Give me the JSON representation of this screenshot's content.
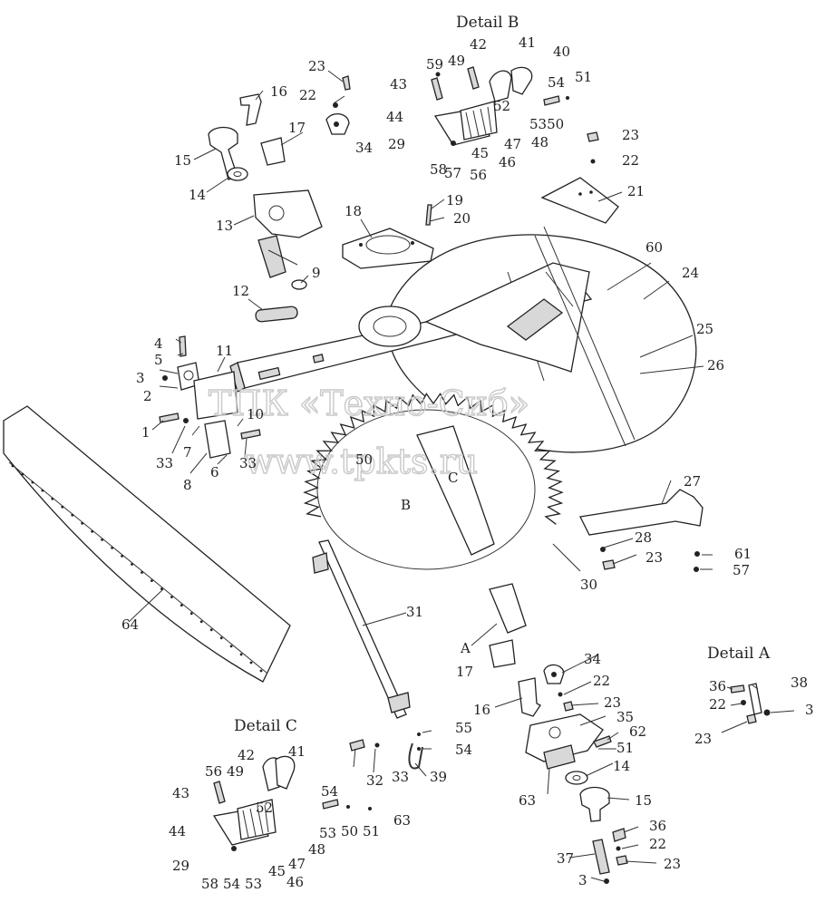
{
  "details": {
    "b": "Detail B",
    "a": "Detail A",
    "c": "Detail C"
  },
  "watermark": {
    "line1": "ТПК «Техно-Сиб»",
    "line2": "www.tpkts.ru"
  },
  "callouts": {
    "c1": "1",
    "c2": "2",
    "c3": "3",
    "c4": "4",
    "c5": "5",
    "c6": "6",
    "c7": "7",
    "c8": "8",
    "c9": "9",
    "c10": "10",
    "c11": "11",
    "c12": "12",
    "c13": "13",
    "c14": "14",
    "c15": "15",
    "c16": "16",
    "c17": "17",
    "c18": "18",
    "c19": "19",
    "c20": "20",
    "c21": "21",
    "c22": "22",
    "c23": "23",
    "c24": "24",
    "c25": "25",
    "c26": "26",
    "c27": "27",
    "c28": "28",
    "c29": "29",
    "c30": "30",
    "c31": "31",
    "c32": "32",
    "c33": "33",
    "c34": "34",
    "c35": "35",
    "c36": "36",
    "c37": "37",
    "c38": "38",
    "c39": "39",
    "c40": "40",
    "c41": "41",
    "c42": "42",
    "c43": "43",
    "c44": "44",
    "c45": "45",
    "c46": "46",
    "c47": "47",
    "c48": "48",
    "c49": "49",
    "c50": "50",
    "c51": "51",
    "c52": "52",
    "c53": "53",
    "c54": "54",
    "c55": "55",
    "c56": "56",
    "c57": "57",
    "c58": "58",
    "c59": "59",
    "c60": "60",
    "c61": "61",
    "c62": "62",
    "c63": "63",
    "c64": "64",
    "cA": "A",
    "cB": "B",
    "cC": "C",
    "c5350": "5350"
  }
}
